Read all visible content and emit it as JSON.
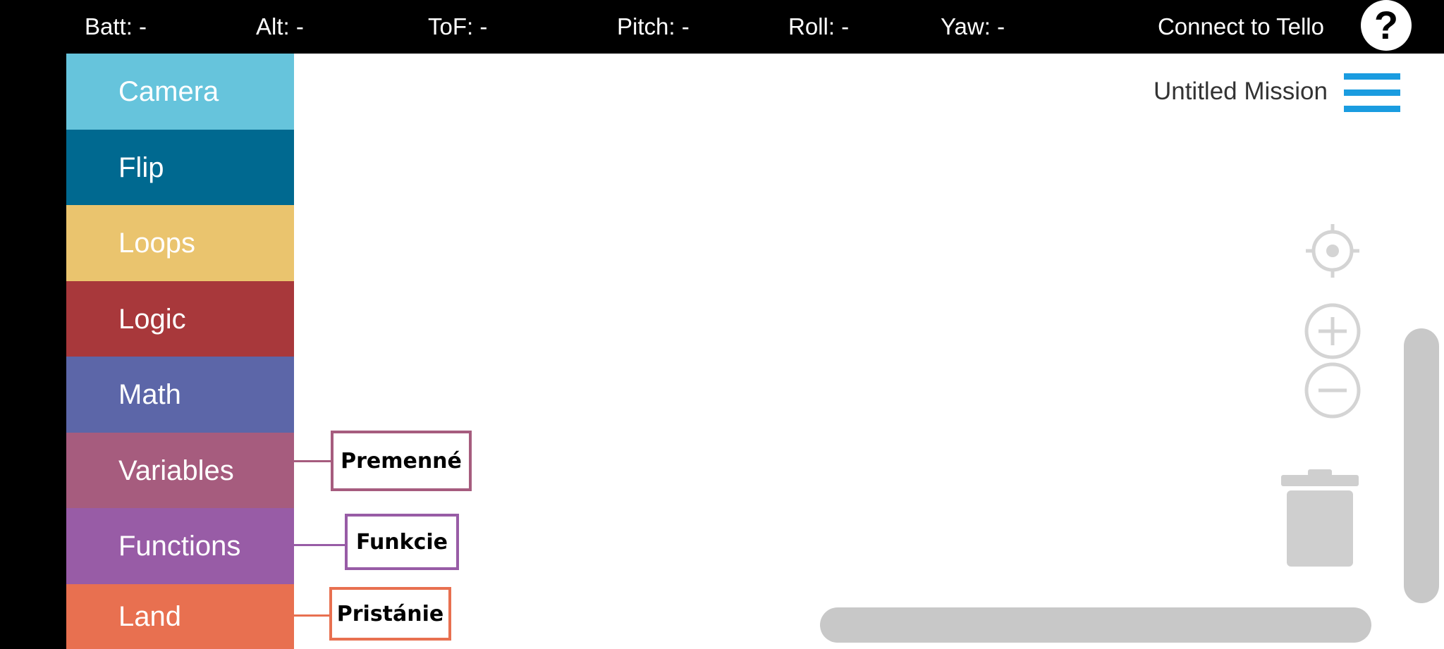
{
  "statusbar": {
    "batt": "Batt: -",
    "alt": "Alt: -",
    "tof": "ToF: -",
    "pitch": "Pitch: -",
    "roll": "Roll: -",
    "yaw": "Yaw: -",
    "connect": "Connect to Tello",
    "help": "?"
  },
  "sidebar": {
    "items": [
      {
        "label": "Camera",
        "color": "#66c4dc"
      },
      {
        "label": "Flip",
        "color": "#006990"
      },
      {
        "label": "Loops",
        "color": "#eac46e"
      },
      {
        "label": "Logic",
        "color": "#a8383b"
      },
      {
        "label": "Math",
        "color": "#5c66a8"
      },
      {
        "label": "Variables",
        "color": "#a65c7e"
      },
      {
        "label": "Functions",
        "color": "#985ca6"
      },
      {
        "label": "Land",
        "color": "#e87050"
      }
    ]
  },
  "workspace": {
    "mission_title": "Untitled Mission",
    "menu_icon": "hamburger-menu-icon",
    "menu_color": "#1a9ce0"
  },
  "annotations": [
    {
      "label": "Premenné",
      "color": "#a65c7e"
    },
    {
      "label": "Funkcie",
      "color": "#985ca6"
    },
    {
      "label": "Pristánie",
      "color": "#e87050"
    }
  ]
}
